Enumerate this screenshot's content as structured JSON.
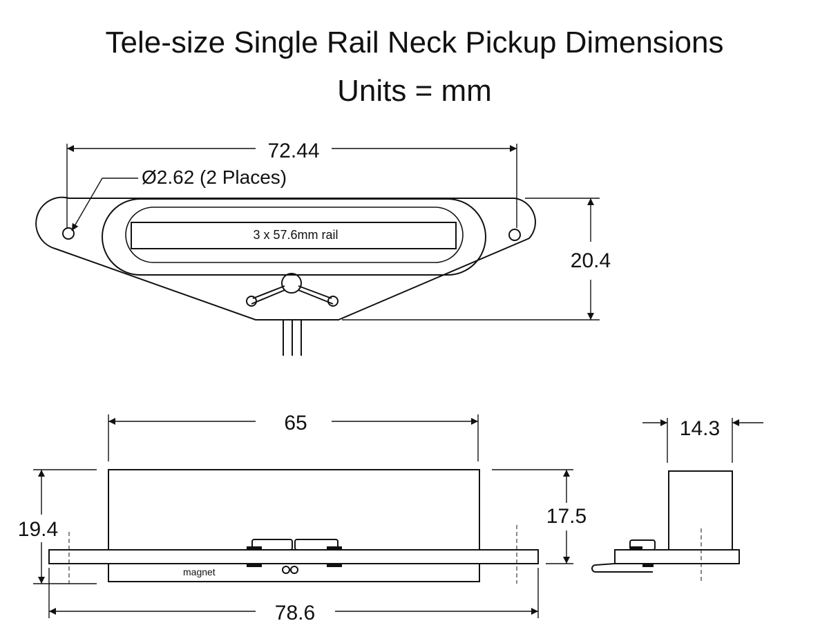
{
  "title": "Tele-size Single Rail Neck Pickup Dimensions",
  "subtitle": "Units = mm",
  "top_view": {
    "overall_width": "72.44",
    "hole_note": "Ø2.62 (2 Places)",
    "rail_label": "3 x 57.6mm rail",
    "height": "20.4"
  },
  "side_view": {
    "cover_width": "65",
    "total_height": "19.4",
    "cover_height": "17.5",
    "base_width": "78.6",
    "magnet_label": "magnet"
  },
  "end_view": {
    "width": "14.3"
  }
}
